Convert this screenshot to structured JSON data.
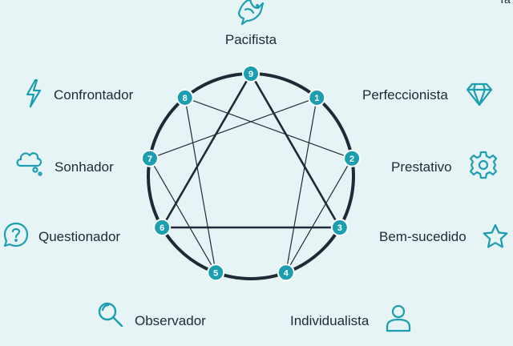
{
  "corner_text": "Ta",
  "colors": {
    "background": "#e6f4f6",
    "circle": "#1f2a36",
    "lines": "#1f2a36",
    "node_fill": "#1b9fb0",
    "icon": "#1b9fb0",
    "text": "#1f2a36"
  },
  "nodes": [
    {
      "number": "9",
      "label": "Pacifista",
      "icon": "dove-icon"
    },
    {
      "number": "1",
      "label": "Perfeccionista",
      "icon": "diamond-icon"
    },
    {
      "number": "2",
      "label": "Prestativo",
      "icon": "gear-icon"
    },
    {
      "number": "3",
      "label": "Bem-sucedido",
      "icon": "star-icon"
    },
    {
      "number": "4",
      "label": "Individualista",
      "icon": "person-icon"
    },
    {
      "number": "5",
      "label": "Observador",
      "icon": "magnifier-icon"
    },
    {
      "number": "6",
      "label": "Questionador",
      "icon": "question-bubble-icon"
    },
    {
      "number": "7",
      "label": "Sonhador",
      "icon": "thought-cloud-icon"
    },
    {
      "number": "8",
      "label": "Confrontador",
      "icon": "lightning-icon"
    }
  ],
  "connections": {
    "triangle": [
      "9",
      "3",
      "6"
    ],
    "hexad": [
      "1",
      "4",
      "2",
      "8",
      "5",
      "7",
      "1"
    ]
  }
}
